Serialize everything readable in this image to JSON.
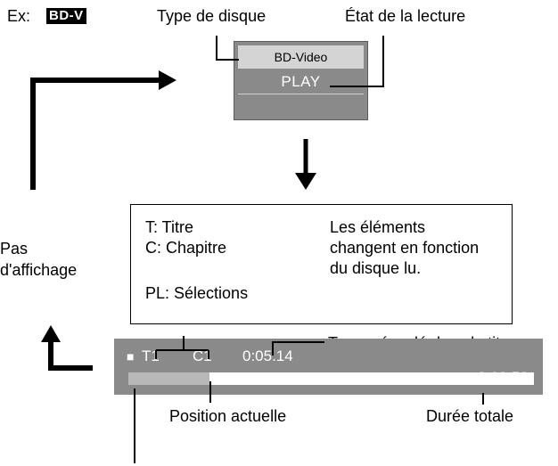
{
  "example": {
    "prefix": "Ex:",
    "badge": "BD-V"
  },
  "labels": {
    "disc_type": "Type de disque",
    "playback_state": "État de la lecture",
    "no_display_line1": "Pas",
    "no_display_line2": "d'affichage",
    "elapsed_time": "Temps écoulé dans le titre",
    "current_position": "Position actuelle",
    "total_duration": "Durée totale"
  },
  "screen": {
    "disc": "BD-Video",
    "state": "PLAY"
  },
  "legend": {
    "title": "T: Titre",
    "chapter": "C: Chapitre",
    "playlist": "PL: Sélections",
    "note_line1": "Les éléments",
    "note_line2": "changent en fonction",
    "note_line3": "du disque lu."
  },
  "bar": {
    "stop_symbol": "■",
    "title": "T1",
    "chapter": "C1",
    "elapsed": "0:05.14",
    "total": "0:20.52",
    "progress_fraction": 0.2
  }
}
